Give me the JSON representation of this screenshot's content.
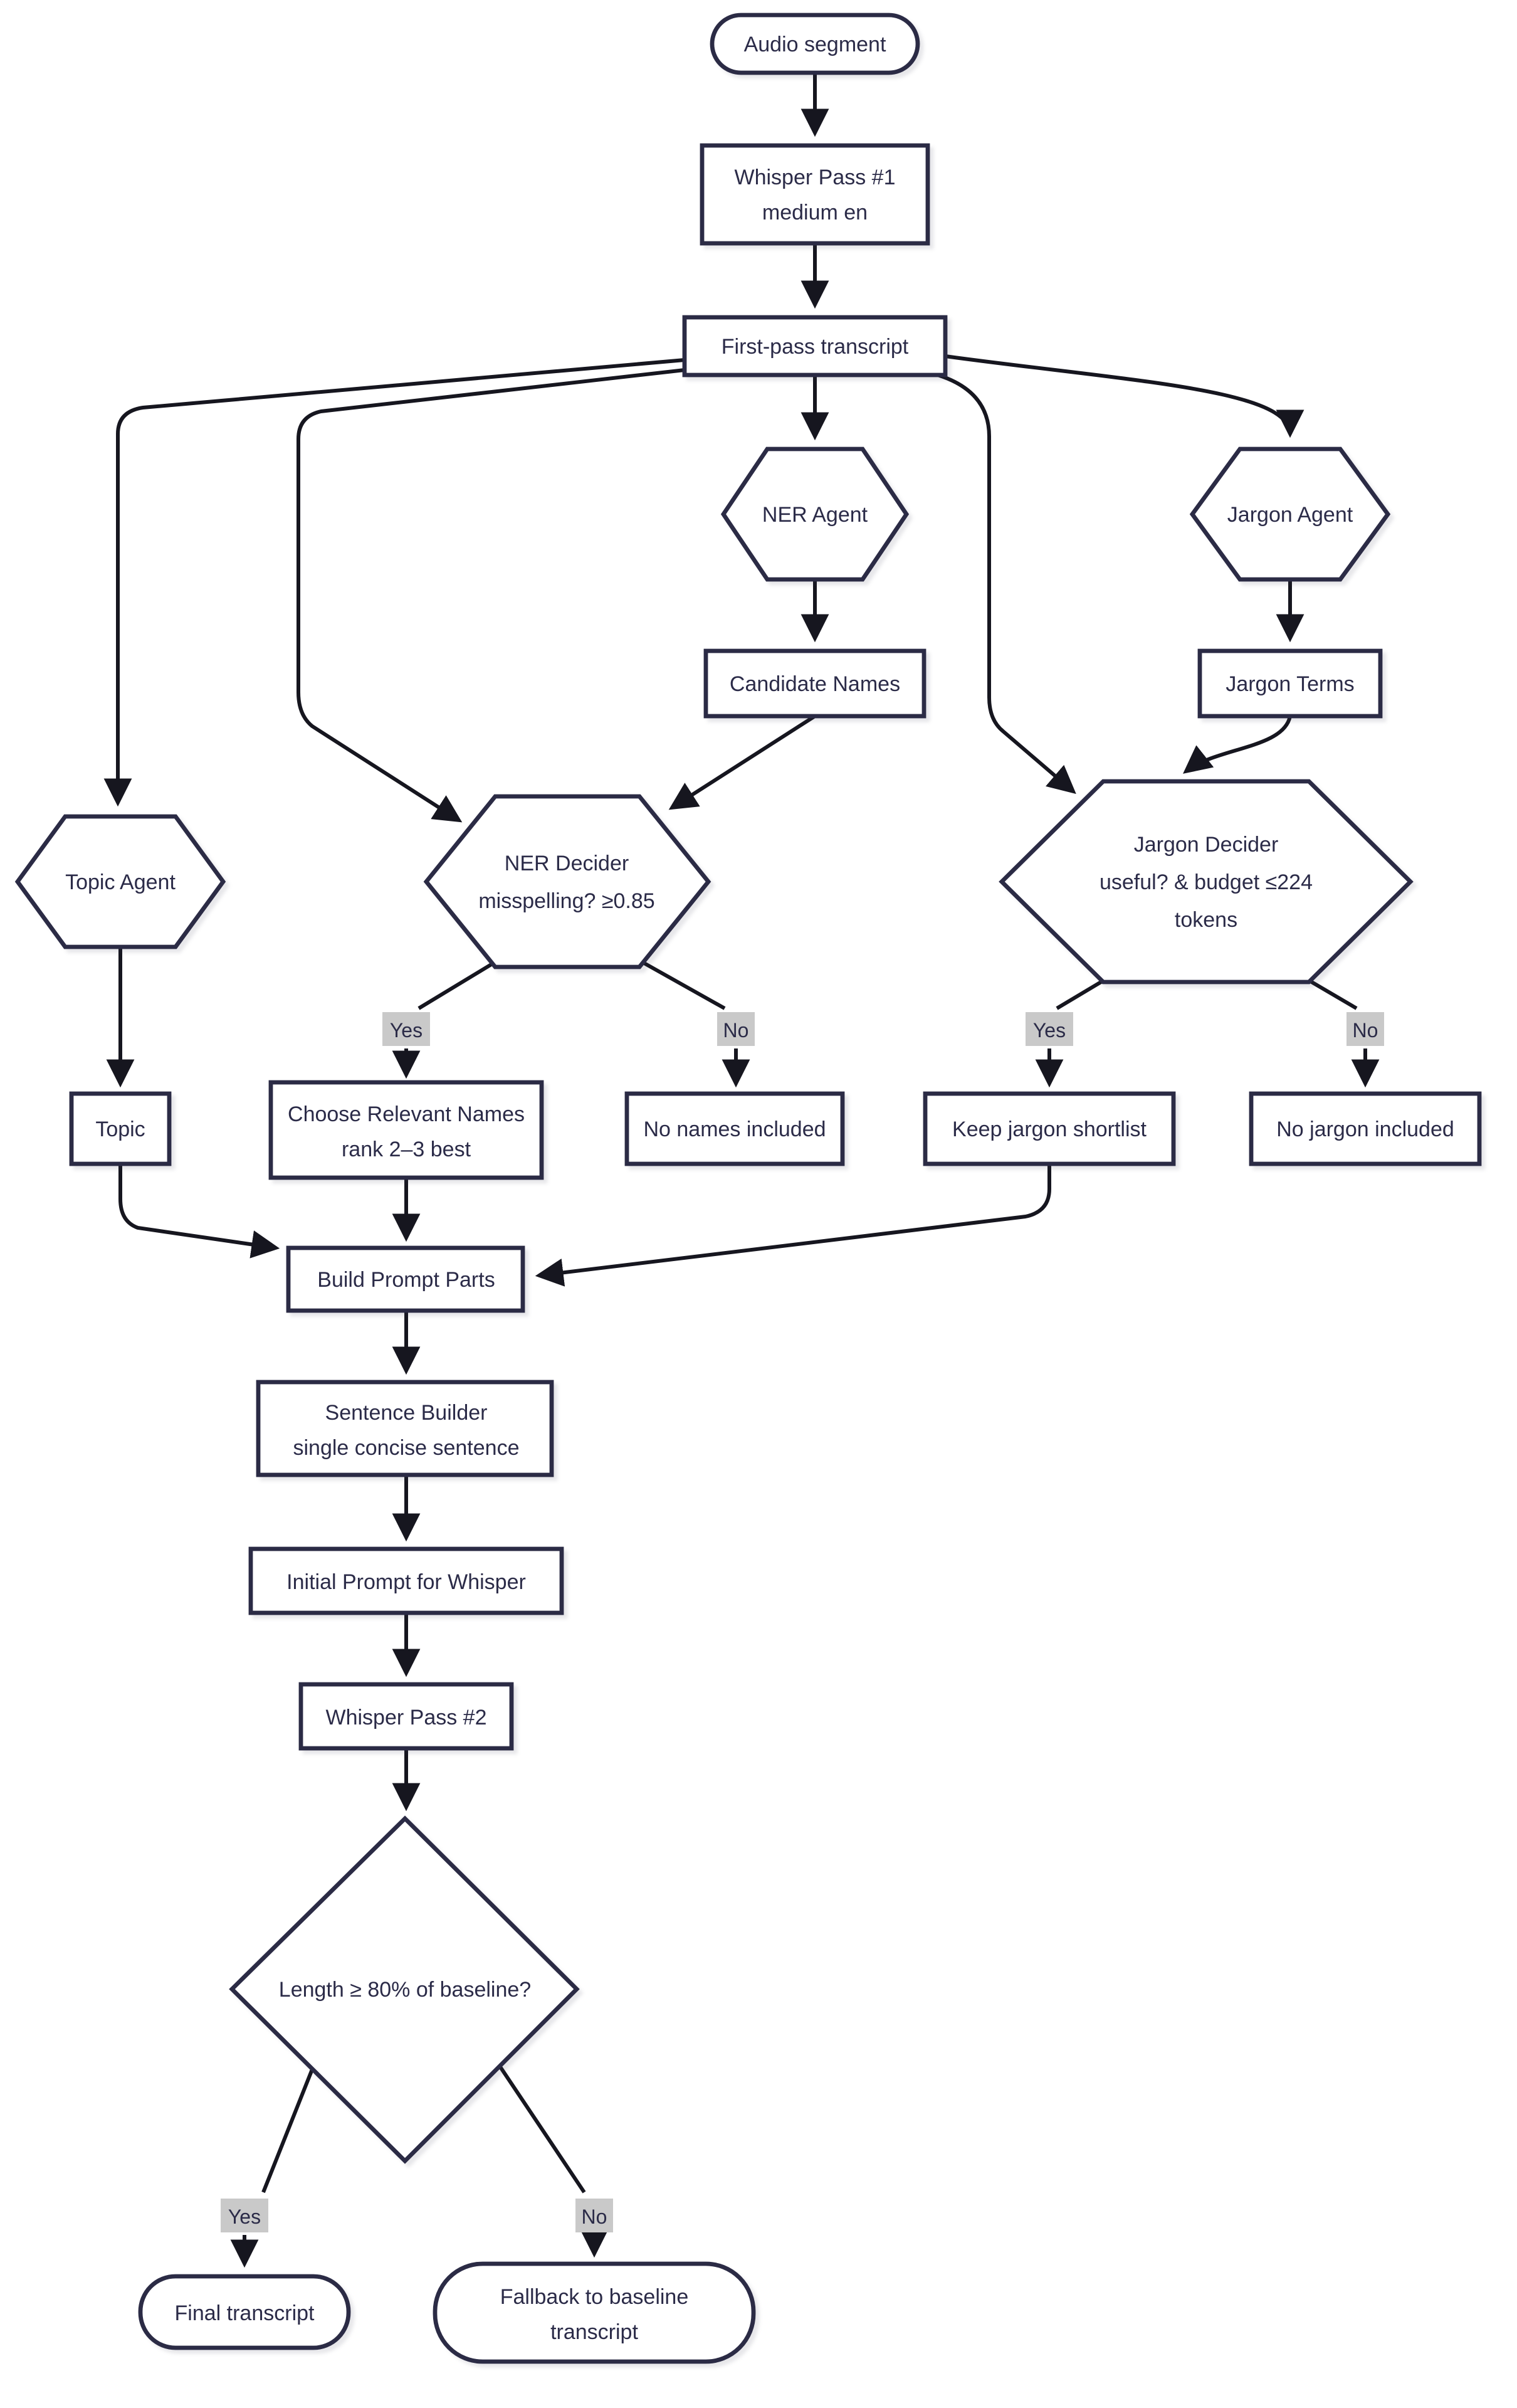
{
  "diagram": {
    "type": "flowchart",
    "colors": {
      "background": "#ffffff",
      "node_fill": "#ffffff",
      "node_border": "#2b2b45",
      "text": "#2b2b48",
      "edge": "#16161f",
      "edge_label_bg": "#c9c9c9"
    },
    "nodes": {
      "audio_segment": {
        "shape": "stadium",
        "label": "Audio segment"
      },
      "whisper_pass_1": {
        "shape": "rect",
        "lines": [
          "Whisper Pass #1",
          "medium en"
        ]
      },
      "first_pass_transcript": {
        "shape": "rect",
        "label": "First-pass transcript"
      },
      "ner_agent": {
        "shape": "hexagon",
        "label": "NER Agent"
      },
      "jargon_agent": {
        "shape": "hexagon",
        "label": "Jargon Agent"
      },
      "candidate_names": {
        "shape": "rect",
        "label": "Candidate Names"
      },
      "jargon_terms": {
        "shape": "rect",
        "label": "Jargon Terms"
      },
      "topic_agent": {
        "shape": "hexagon",
        "label": "Topic Agent"
      },
      "ner_decider": {
        "shape": "hexagon",
        "lines": [
          "NER Decider",
          "misspelling? ≥0.85"
        ]
      },
      "jargon_decider": {
        "shape": "hexagon",
        "lines": [
          "Jargon Decider",
          "useful? & budget ≤224",
          "tokens"
        ]
      },
      "topic": {
        "shape": "rect",
        "label": "Topic"
      },
      "choose_relevant_names": {
        "shape": "rect",
        "lines": [
          "Choose Relevant Names",
          "rank 2–3 best"
        ]
      },
      "no_names_included": {
        "shape": "rect",
        "label": "No names included"
      },
      "keep_jargon_shortlist": {
        "shape": "rect",
        "label": "Keep jargon shortlist"
      },
      "no_jargon_included": {
        "shape": "rect",
        "label": "No jargon included"
      },
      "build_prompt_parts": {
        "shape": "rect",
        "label": "Build Prompt Parts"
      },
      "sentence_builder": {
        "shape": "rect",
        "lines": [
          "Sentence Builder",
          "single concise sentence"
        ]
      },
      "initial_prompt": {
        "shape": "rect",
        "label": "Initial Prompt for Whisper"
      },
      "whisper_pass_2": {
        "shape": "rect",
        "label": "Whisper Pass #2"
      },
      "length_check": {
        "shape": "diamond",
        "label": "Length ≥ 80% of baseline?"
      },
      "final_transcript": {
        "shape": "stadium",
        "label": "Final transcript"
      },
      "fallback": {
        "shape": "stadium",
        "lines": [
          "Fallback to baseline",
          "transcript"
        ]
      }
    },
    "edge_labels": {
      "ner_yes": "Yes",
      "ner_no": "No",
      "jargon_yes": "Yes",
      "jargon_no": "No",
      "length_yes": "Yes",
      "length_no": "No"
    }
  }
}
